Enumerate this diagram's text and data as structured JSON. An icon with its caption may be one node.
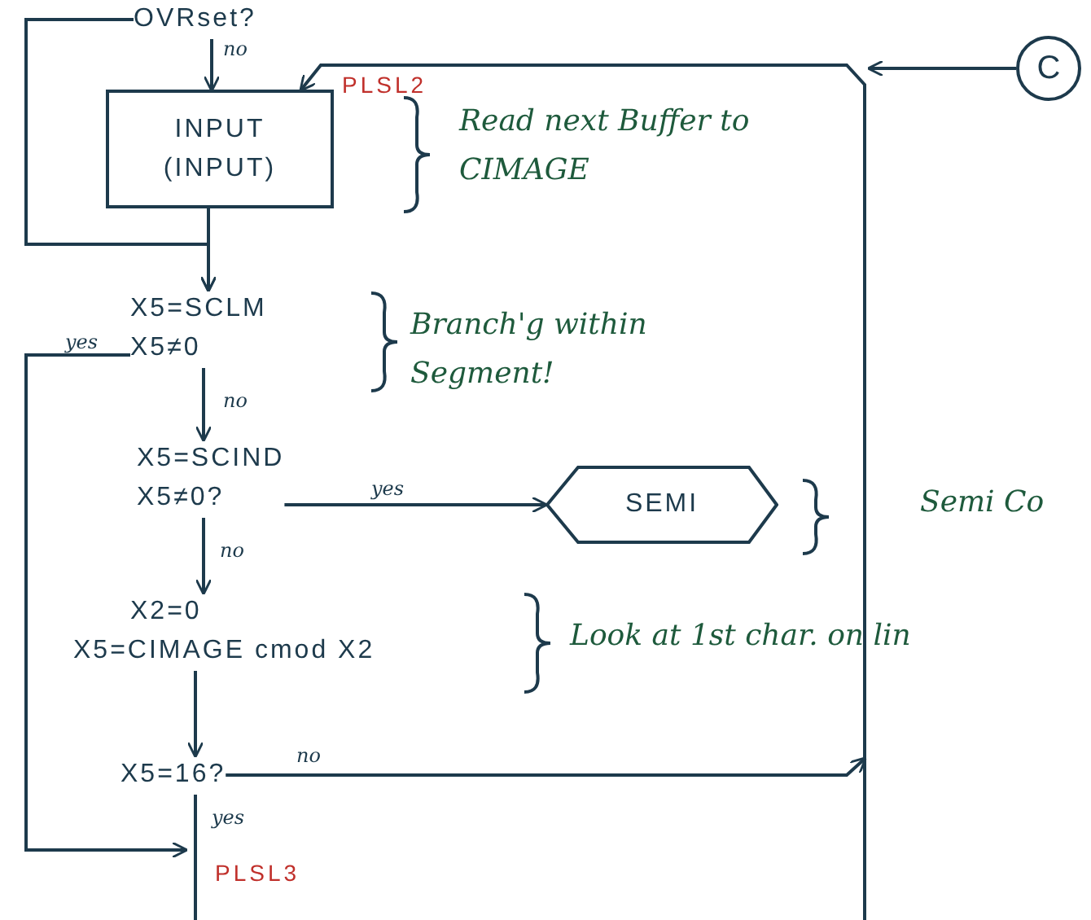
{
  "diagram": {
    "nodes": [
      {
        "text": [
          "OVRset?"
        ]
      },
      {
        "text": [
          "INPUT",
          "(INPUT)"
        ]
      },
      {
        "text": [
          "X5=SCLM",
          "X5≠0"
        ]
      },
      {
        "text": [
          "X5=SCIND",
          "X5≠0?"
        ]
      },
      {
        "text": [
          "SEMI"
        ]
      },
      {
        "text": [
          "X2=0",
          "X5=CIMAGE cmod X2"
        ]
      },
      {
        "text": [
          "X5=16?"
        ]
      },
      {
        "text": [
          "C"
        ]
      }
    ],
    "edges": [
      {
        "from": 0,
        "to": 1,
        "arrow": "to",
        "label": "no"
      },
      {
        "from": 0,
        "to": 2,
        "arrow": "to"
      },
      {
        "from": 1,
        "to": 2,
        "arrow": "to"
      },
      {
        "from": 2,
        "to": 3,
        "arrow": "to",
        "label": "no"
      },
      {
        "from": 2,
        "to": null,
        "arrow": "to",
        "label": "yes"
      },
      {
        "from": 3,
        "to": 4,
        "arrow": "to",
        "label": "yes"
      },
      {
        "from": 3,
        "to": 5,
        "arrow": "to",
        "label": "no"
      },
      {
        "from": 5,
        "to": 6,
        "arrow": "to"
      },
      {
        "from": 6,
        "to": null,
        "arrow": "to",
        "label": "no"
      },
      {
        "from": 6,
        "to": null,
        "arrow": "none",
        "label": "yes"
      },
      {
        "from": 7,
        "to": null,
        "arrow": "to"
      },
      {
        "from": null,
        "to": 1,
        "arrow": "to"
      }
    ],
    "labels": [
      "PLSL2",
      "Read next Buffer to CIMAGE",
      "Branch'g within Segment!",
      "Semi Co",
      "Look at 1st char. on lin",
      "PLSL3"
    ]
  }
}
